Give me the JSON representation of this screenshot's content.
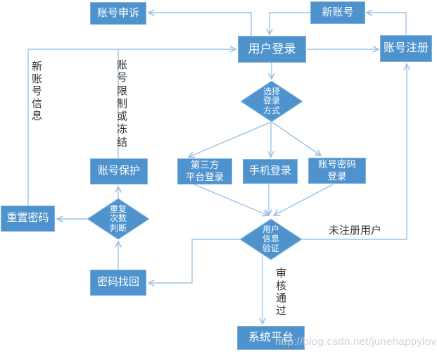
{
  "diagram": {
    "nodes": {
      "account_appeal": {
        "label": "账号申诉"
      },
      "new_account": {
        "label": "新账号"
      },
      "user_login": {
        "label": "用户登录"
      },
      "account_register": {
        "label": "账号注册"
      },
      "choose_login_method": {
        "label": "选择\n登录\n方式"
      },
      "third_party_login": {
        "label": "第三方\n平台登录"
      },
      "phone_login": {
        "label": "手机登录"
      },
      "account_password_login": {
        "label": "账号密码\n登录"
      },
      "user_info_verify": {
        "label": "用户\n信息\n验证"
      },
      "account_protection": {
        "label": "账号保护"
      },
      "repeat_count_judge": {
        "label": "重复\n次数\n判断"
      },
      "reset_password": {
        "label": "重置密码"
      },
      "password_recovery": {
        "label": "密码找回"
      },
      "system_platform": {
        "label": "系统平台"
      }
    },
    "edge_labels": {
      "new_account_info": "新账号信息",
      "account_restricted_or_frozen": "账号限制或冻结",
      "unregistered_user": "未注册用户",
      "review_passed": "审核通过"
    },
    "watermark": "http://blog.csdn.net/junehappylove",
    "colors": {
      "node_fill": "#4F93CE",
      "node_border": "#7FB0DC",
      "connector": "#9DC3E6",
      "node_text": "#FFFFFF",
      "label_text": "#333333",
      "watermark_text": "#CBD0D5"
    }
  }
}
